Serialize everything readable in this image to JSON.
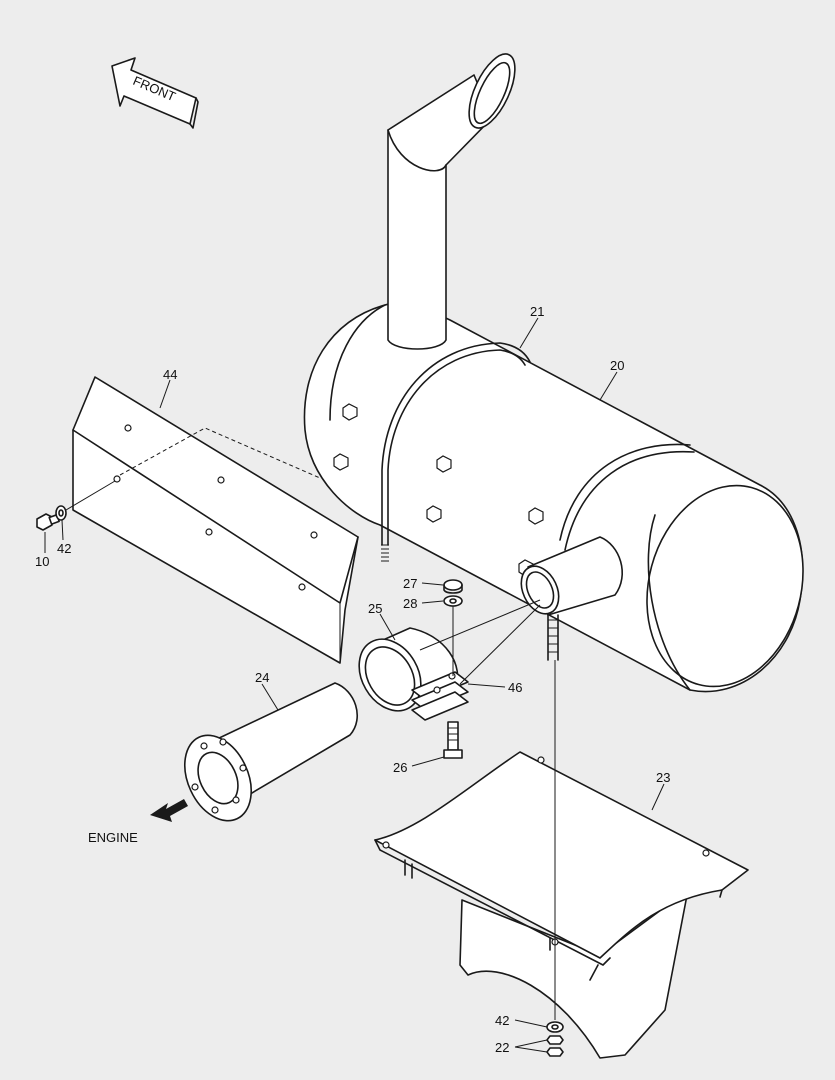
{
  "direction_labels": {
    "front": "FRONT",
    "engine": "ENGINE"
  },
  "callouts": {
    "c10": "10",
    "c20": "20",
    "c21": "21",
    "c22": "22",
    "c23": "23",
    "c24": "24",
    "c25": "25",
    "c26": "26",
    "c27": "27",
    "c28": "28",
    "c42a": "42",
    "c42b": "42",
    "c44": "44",
    "c46": "46"
  }
}
